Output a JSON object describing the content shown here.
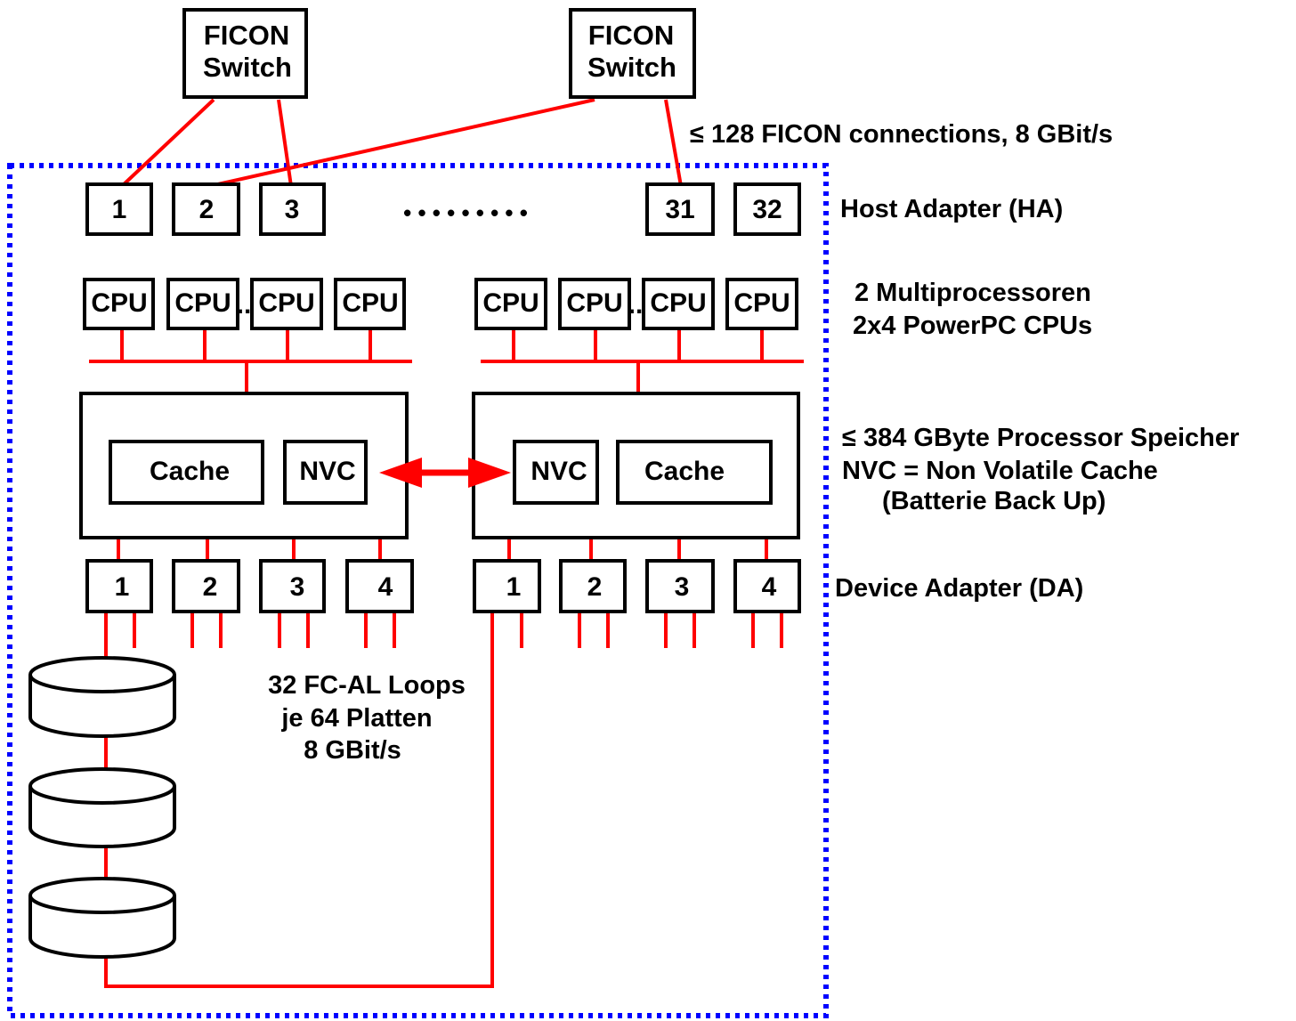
{
  "switches": [
    {
      "line1": "FICON",
      "line2": "Switch"
    },
    {
      "line1": "FICON",
      "line2": "Switch"
    }
  ],
  "host_adapters": [
    "1",
    "2",
    "3",
    "31",
    "32"
  ],
  "ellipsis": "• • • • • • • • •",
  "cpu_label": "CPU",
  "cpu_sep": "..",
  "memory": {
    "cache": "Cache",
    "nvc": "NVC"
  },
  "device_adapters": [
    "1",
    "2",
    "3",
    "4",
    "1",
    "2",
    "3",
    "4"
  ],
  "labels": {
    "ficon_connections": "≤ 128 FICON connections, 8 GBit/s",
    "host_adapter": "Host Adapter (HA)",
    "multiproc_1": "2 Multiprocessoren",
    "multiproc_2": "2x4 PowerPC CPUs",
    "memory_1": "≤ 384 GByte Processor Speicher",
    "memory_2": "NVC = Non Volatile Cache",
    "memory_3": "(Batterie Back Up)",
    "device_adapter": "Device Adapter (DA)",
    "loops_1": "32 FC-AL Loops",
    "loops_2": "je 64 Platten",
    "loops_3": "8 GBit/s"
  },
  "colors": {
    "wire": "#ff0000",
    "frame": "#0000ff",
    "box": "#000000"
  }
}
